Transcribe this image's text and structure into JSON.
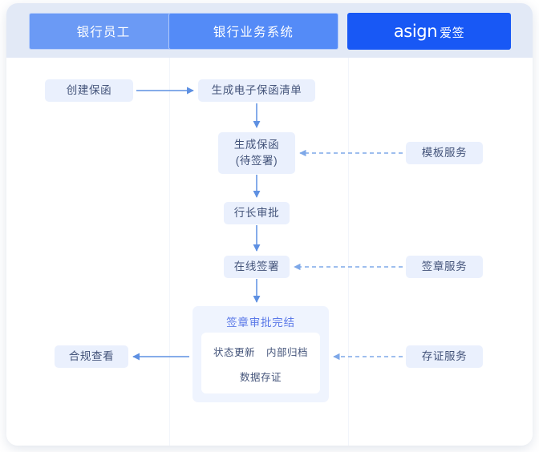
{
  "header": {
    "tabs": [
      {
        "label": "银行员工",
        "color": "#6b9af5"
      },
      {
        "label": "银行业务系统",
        "color": "#548bf7"
      },
      {
        "label": "asign",
        "label_cn": "爱签",
        "color": "#1858f5"
      }
    ]
  },
  "flow": {
    "nodes": {
      "create": "创建保函",
      "list": "生成电子保函清单",
      "generate_line1": "生成保函",
      "generate_line2": "(待签署)",
      "approve": "行长审批",
      "sign": "在线签署",
      "compliance": "合规查看"
    },
    "services": {
      "template": "模板服务",
      "seal": "签章服务",
      "evidence": "存证服务"
    },
    "completion": {
      "title": "签章审批完结",
      "rows": [
        [
          "状态更新",
          "内部归档"
        ],
        [
          "数据存证"
        ]
      ]
    }
  },
  "colors": {
    "header_band": "#e2e9f6",
    "node_fill": "#eaf0fd",
    "node_text": "#44547a",
    "group_fill": "#eff4fe",
    "group_title": "#5b79e8",
    "arrow_solid": "#5e90e2",
    "arrow_dashed": "#7ea8e8",
    "brand": "#1858f5"
  }
}
